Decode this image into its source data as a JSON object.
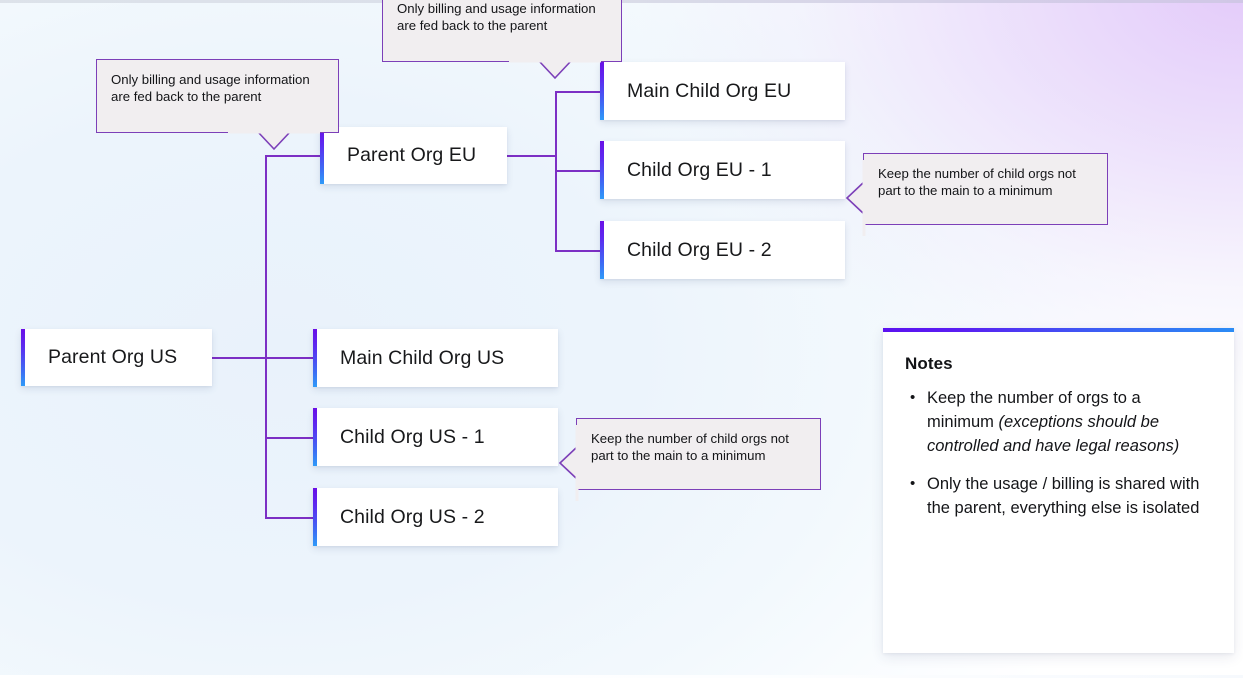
{
  "theme": {
    "connector_color": "#7c2fc4",
    "accent_gradient_from": "#6a0fe6",
    "accent_gradient_to": "#2f9bf8",
    "callout_border": "#7c3fb8",
    "callout_fill": "#f1eef0",
    "notes_bar_from": "#5b12f0",
    "notes_bar_to": "#2b8cf5"
  },
  "nodes": {
    "parent_eu": "Parent Org EU",
    "main_child_eu": "Main Child Org EU",
    "child_eu_1": "Child Org EU - 1",
    "child_eu_2": "Child Org EU - 2",
    "parent_us": "Parent Org US",
    "main_child_us": "Main Child Org US",
    "child_us_1": "Child Org US - 1",
    "child_us_2": "Child Org US - 2"
  },
  "callouts": {
    "billing_top": "Only billing and usage information\nare fed back to the parent",
    "billing_left": "Only billing and usage information\nare fed back to the parent",
    "minimum_eu": "Keep the number of child orgs not\npart to the main to a minimum",
    "minimum_us": "Keep the number of child orgs not\npart to the main to a minimum"
  },
  "notes": {
    "title": "Notes",
    "items": [
      {
        "plain_before": "Keep the number of orgs to a minimum ",
        "italic": "(exceptions should be controlled and have legal reasons)",
        "plain_after": ""
      },
      {
        "plain_before": "Only the usage / billing is shared with the parent, everything else is isolated",
        "italic": "",
        "plain_after": ""
      }
    ]
  }
}
